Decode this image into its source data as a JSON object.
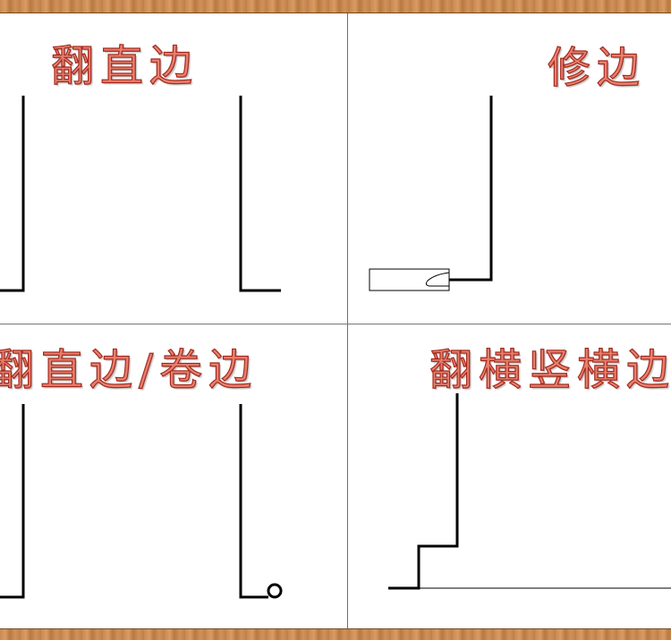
{
  "panels": {
    "top_left": {
      "title": "翻直边"
    },
    "top_right": {
      "title": "修边"
    },
    "bottom_left": {
      "title": "翻直边/卷边"
    },
    "bottom_right": {
      "title": "翻横竖横边"
    }
  },
  "colors": {
    "title_fill": "#e8806e",
    "title_outline": "#a42a1e",
    "frame_wood": "#c98a52",
    "profile_line": "#000000",
    "divider": "#6e6e6e"
  }
}
